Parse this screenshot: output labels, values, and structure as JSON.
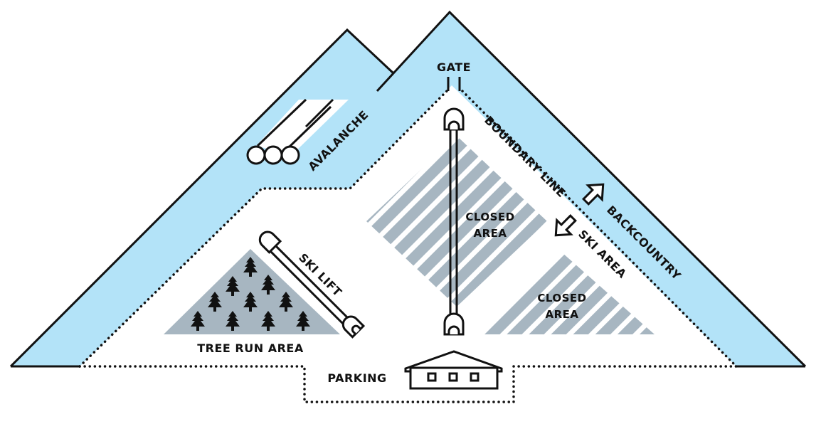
{
  "labels": {
    "gate": "GATE",
    "avalanche": "AVALANCHE",
    "boundary_line": "BOUNDARY LINE",
    "backcountry": "BACKCOUNTRY",
    "ski_area": "SKI AREA",
    "closed_area_1_line1": "CLOSED",
    "closed_area_1_line2": "AREA",
    "closed_area_2_line1": "CLOSED",
    "closed_area_2_line2": "AREA",
    "ski_lift": "SKI LIFT",
    "tree_run_area": "TREE RUN AREA",
    "parking": "PARKING"
  },
  "colors": {
    "backcountry_fill": "#b3e3f8",
    "closed_area_fill": "#a7b6c1",
    "tree_area_fill": "#a7b6c1",
    "outline": "#111111"
  },
  "icons": {
    "trees": "pine-tree-icon",
    "lodge": "lodge-building-icon",
    "lift_terminal": "lift-terminal-icon",
    "arrows": "direction-arrow-icon"
  }
}
